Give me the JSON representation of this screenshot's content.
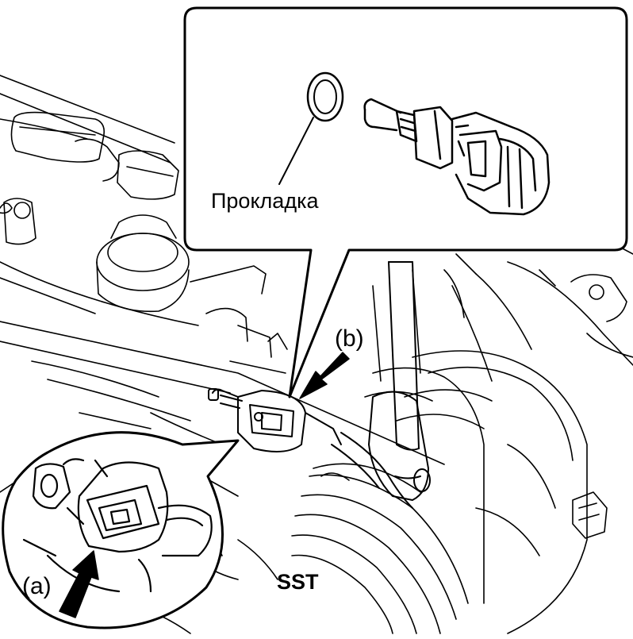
{
  "labels": {
    "gasket": "Прокладка",
    "sst": "SST",
    "callout_a": "(a)",
    "callout_b": "(b)"
  },
  "colors": {
    "line": "#000000",
    "background": "#ffffff"
  }
}
